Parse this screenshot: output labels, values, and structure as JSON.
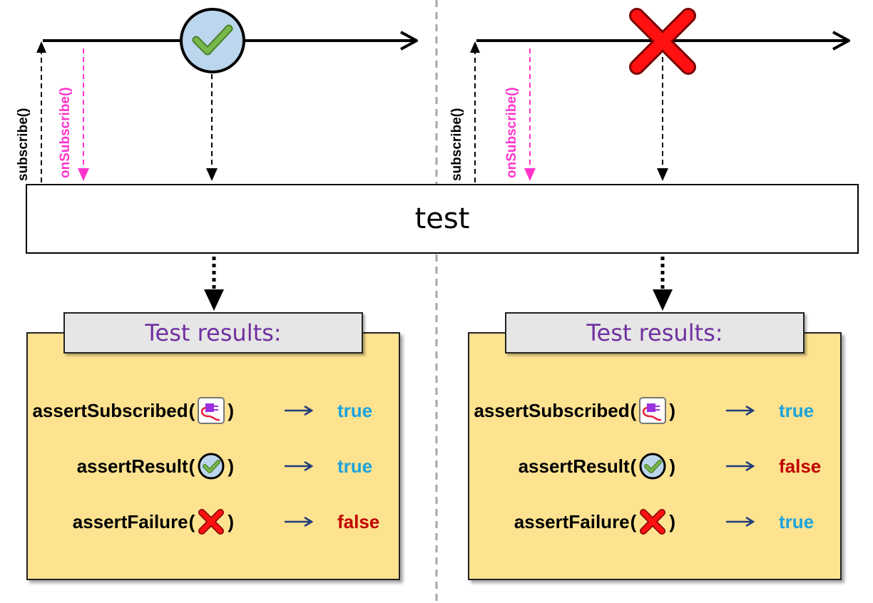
{
  "scenarios": [
    {
      "event": "success",
      "subscribe_label": "subscribe()",
      "on_subscribe_label": "onSubscribe()",
      "results_title": "Test results:",
      "rows": [
        {
          "fn": "assertSubscribed",
          "icon": "plug-icon",
          "value": "true"
        },
        {
          "fn": "assertResult",
          "icon": "checkmark-icon",
          "value": "true"
        },
        {
          "fn": "assertFailure",
          "icon": "red-x-icon",
          "value": "false"
        }
      ]
    },
    {
      "event": "failure",
      "subscribe_label": "subscribe()",
      "on_subscribe_label": "onSubscribe()",
      "results_title": "Test results:",
      "rows": [
        {
          "fn": "assertSubscribed",
          "icon": "plug-icon",
          "value": "true"
        },
        {
          "fn": "assertResult",
          "icon": "checkmark-icon",
          "value": "false"
        },
        {
          "fn": "assertFailure",
          "icon": "red-x-icon",
          "value": "true"
        }
      ]
    }
  ],
  "test_label": "test",
  "colors": {
    "on_subscribe": "#ff33cc",
    "true_value": "#1ba3dc",
    "false_value": "#c00000",
    "title": "#7030a0",
    "panel": "#fde290"
  }
}
